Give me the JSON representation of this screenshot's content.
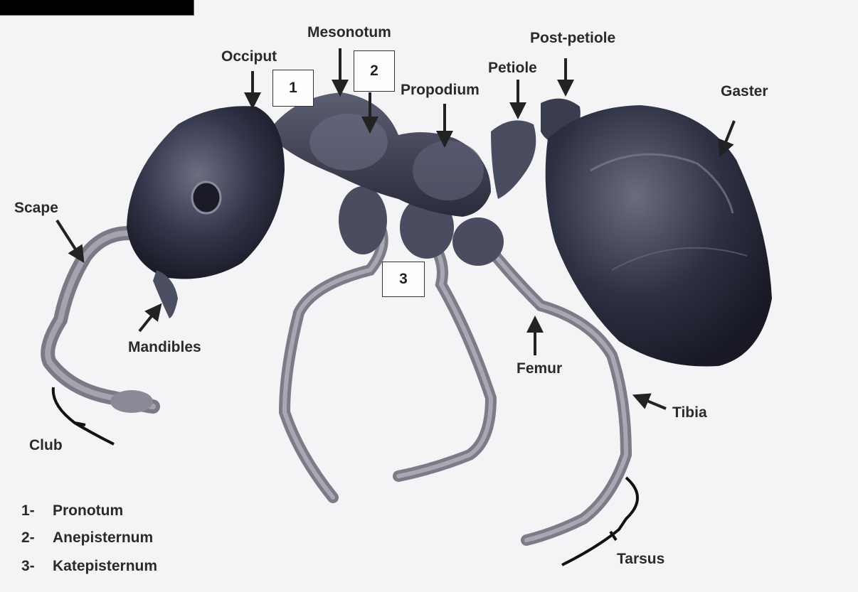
{
  "labels": {
    "occiput": "Occiput",
    "mesonotum": "Mesonotum",
    "post_petiole": "Post-petiole",
    "petiole": "Petiole",
    "propodium": "Propodium",
    "gaster": "Gaster",
    "scape": "Scape",
    "mandibles": "Mandibles",
    "femur": "Femur",
    "tibia": "Tibia",
    "club": "Club",
    "tarsus": "Tarsus"
  },
  "boxes": {
    "b1": "1",
    "b2": "2",
    "b3": "3"
  },
  "legend": [
    {
      "num": "1-",
      "name": "Pronotum"
    },
    {
      "num": "2-",
      "name": "Anepisternum"
    },
    {
      "num": "3-",
      "name": "Katepisternum"
    }
  ],
  "colors": {
    "ink": "#2a2a2a",
    "body_dark": "#2c2d3d",
    "body_mid": "#5a5c70",
    "leg": "#8a8a96",
    "paper": "#f4f4f6"
  }
}
